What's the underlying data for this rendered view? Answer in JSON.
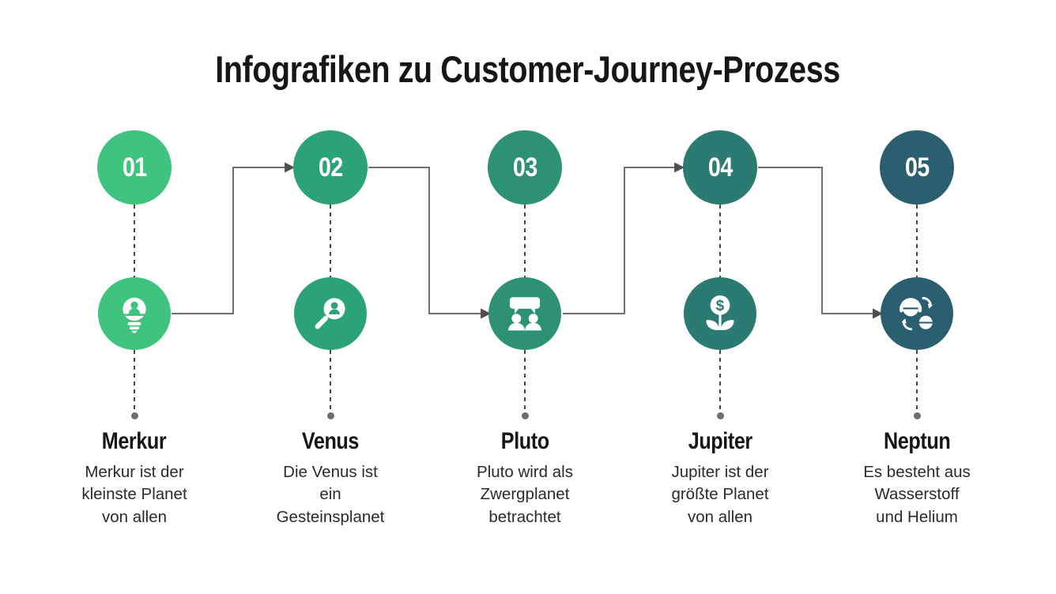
{
  "title": "Infografiken zu Customer-Journey-Prozess",
  "connector_color": "#707070",
  "dash_color": "#454545",
  "steps": [
    {
      "number": "01",
      "name": "Merkur",
      "description": "Merkur ist der\nkleinste Planet\nvon allen",
      "icon": "lightbulb-person-icon",
      "color": "#3ec47e"
    },
    {
      "number": "02",
      "name": "Venus",
      "description": "Die Venus ist\nein\nGesteinsplanet",
      "icon": "search-person-icon",
      "color": "#2ca377"
    },
    {
      "number": "03",
      "name": "Pluto",
      "description": "Pluto wird als\nZwergplanet\nbetrachtet",
      "icon": "discussion-people-icon",
      "color": "#2d9173"
    },
    {
      "number": "04",
      "name": "Jupiter",
      "description": "Jupiter ist der\ngrößte Planet\nvon allen",
      "icon": "money-plant-icon",
      "color": "#2c7b72"
    },
    {
      "number": "05",
      "name": "Neptun",
      "description": "Es besteht aus\nWasserstoff\nund Helium",
      "icon": "customer-exchange-icon",
      "color": "#2a5f70"
    }
  ]
}
